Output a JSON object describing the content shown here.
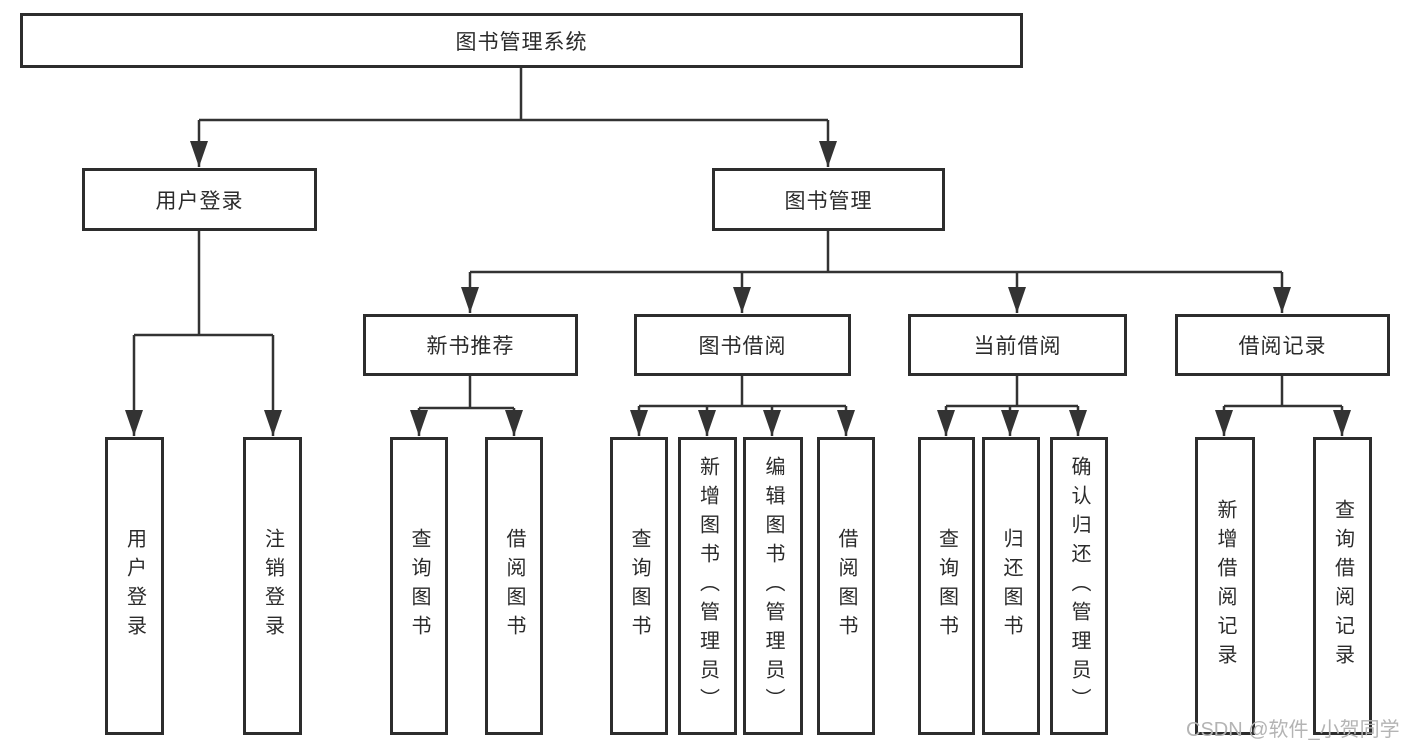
{
  "tree": {
    "label": "图书管理系统",
    "children": [
      {
        "label": "用户登录",
        "children": [
          {
            "label": "用户登录"
          },
          {
            "label": "注销登录"
          }
        ]
      },
      {
        "label": "图书管理",
        "children": [
          {
            "label": "新书推荐",
            "children": [
              {
                "label": "查询图书"
              },
              {
                "label": "借阅图书"
              }
            ]
          },
          {
            "label": "图书借阅",
            "children": [
              {
                "label": "查询图书"
              },
              {
                "label": "新增图书（管理员）"
              },
              {
                "label": "编辑图书（管理员）"
              },
              {
                "label": "借阅图书"
              }
            ]
          },
          {
            "label": "当前借阅",
            "children": [
              {
                "label": "查询图书"
              },
              {
                "label": "归还图书"
              },
              {
                "label": "确认归还（管理员）"
              }
            ]
          },
          {
            "label": "借阅记录",
            "children": [
              {
                "label": "新增借阅记录"
              },
              {
                "label": "查询借阅记录"
              }
            ]
          }
        ]
      }
    ]
  },
  "watermark": {
    "text": "CSDN @软件_小贺同学"
  },
  "colors": {
    "line": "#333333",
    "box_border": "#2d2d2d",
    "text": "#2b2b2b",
    "watermark": "#b4b4b4",
    "background": "#ffffff"
  }
}
